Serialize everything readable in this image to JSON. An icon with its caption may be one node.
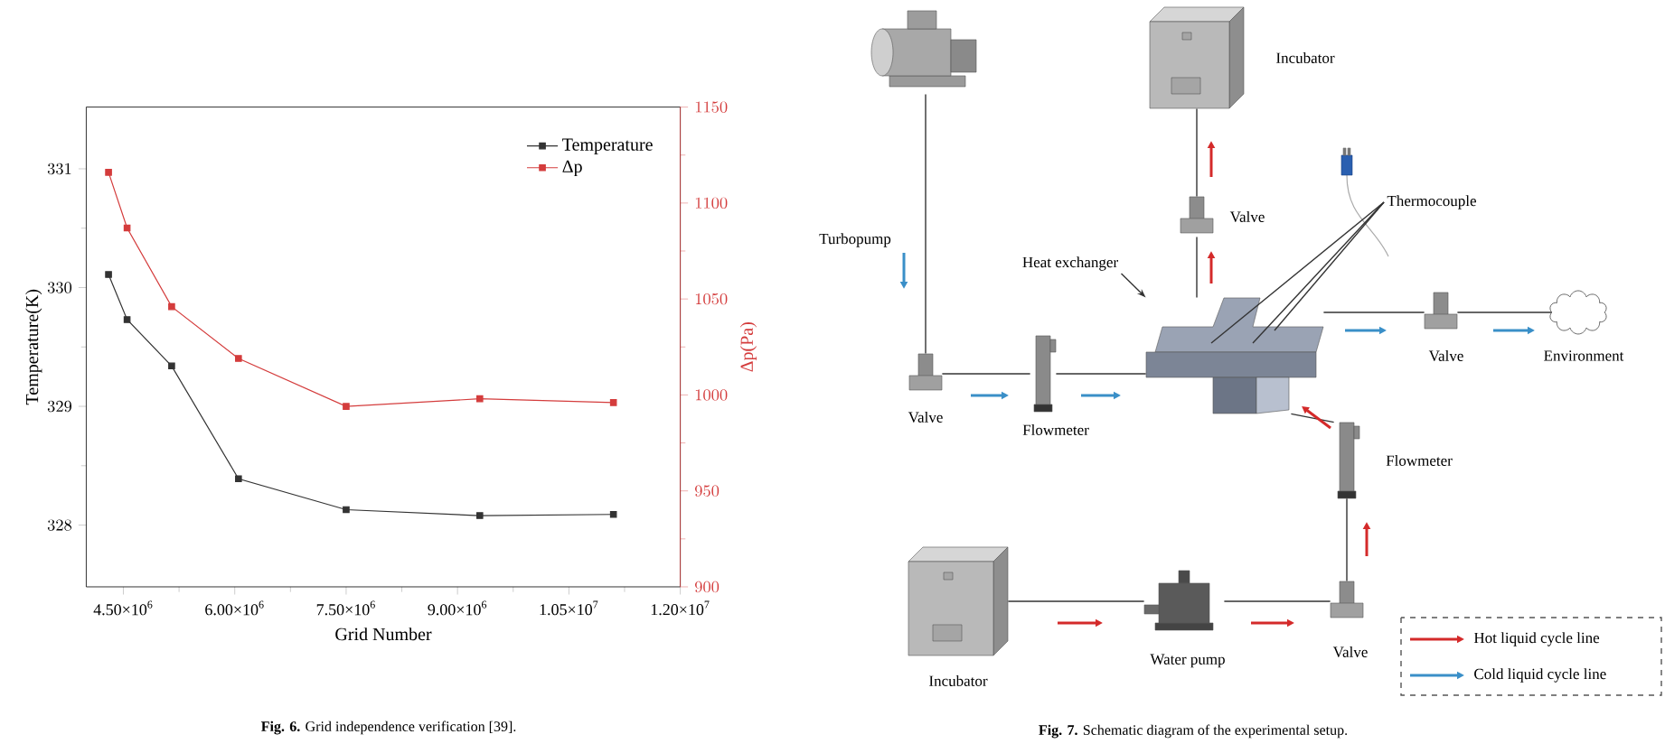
{
  "diagram": {
    "nodes": [
      {
        "text": [
          "Incubator"
        ]
      },
      {
        "text": [
          "Turbopump"
        ]
      },
      {
        "text": [
          "Valve"
        ]
      },
      {
        "text": [
          "Thermocouple"
        ]
      },
      {
        "text": [
          "Heat exchanger"
        ]
      },
      {
        "text": [],
        "shape": "picture"
      },
      {
        "text": [
          "Valve"
        ]
      },
      {
        "text": [
          "Environment"
        ]
      },
      {
        "text": [
          "Valve"
        ]
      },
      {
        "text": [
          "Flowmeter"
        ]
      },
      {
        "text": [
          "Flowmeter"
        ]
      },
      {
        "text": [
          "Incubator"
        ]
      },
      {
        "text": [
          "Water pump"
        ]
      },
      {
        "text": [
          "Valve"
        ]
      }
    ],
    "edges": [
      {
        "from": 1,
        "to": 8,
        "arrow": "none"
      },
      {
        "from": 8,
        "to": 9,
        "arrow": "none"
      },
      {
        "from": 9,
        "to": 5,
        "arrow": "none"
      },
      {
        "from": 5,
        "to": 6,
        "arrow": "none"
      },
      {
        "from": 6,
        "to": 7,
        "arrow": "none"
      },
      {
        "from": 5,
        "to": 2,
        "arrow": "none"
      },
      {
        "from": 2,
        "to": 0,
        "arrow": "none"
      },
      {
        "from": 11,
        "to": 12,
        "arrow": "none"
      },
      {
        "from": 12,
        "to": 13,
        "arrow": "none"
      },
      {
        "from": 13,
        "to": 10,
        "arrow": "none"
      },
      {
        "from": 10,
        "to": 5,
        "arrow": "none"
      },
      {
        "from": 4,
        "to": 5,
        "arrow": "to"
      },
      {
        "from": 3,
        "to": 5,
        "arrow": "none"
      },
      {
        "from": 3,
        "to": 5,
        "arrow": "none"
      },
      {
        "from": 3,
        "to": 5,
        "arrow": "none"
      }
    ],
    "labels": [
      "**Fig. 6.** Grid independence verification [39].",
      "**Fig. 7.** Schematic diagram of the experimental setup."
    ],
    "legend": [
      {
        "text": "Hot liquid cycle line"
      },
      {
        "text": "Cold liquid cycle line"
      }
    ],
    "chart_data": {
      "type": "line",
      "xlabel": "Grid Number",
      "ylabel": "Temperature(K)",
      "y2label": "Δp(Pa)",
      "x": [
        4300000,
        4550000,
        5150000,
        6050000,
        7500000,
        9300000,
        11100000
      ],
      "series": [
        {
          "name": "Temperature",
          "color": "#333333",
          "marker": "square",
          "values": [
            330.11,
            329.73,
            329.34,
            328.39,
            328.13,
            328.08,
            328.09
          ]
        },
        {
          "name": "Δp",
          "color": "#d43c3c",
          "marker": "square",
          "axis": "y2",
          "values": [
            1116,
            1087,
            1046,
            1019,
            994,
            998,
            996
          ]
        }
      ],
      "legend": "top right",
      "xlim": [
        4000000,
        12000000
      ],
      "ylim": [
        327.48,
        331.52
      ],
      "y2lim": [
        900,
        1150
      ],
      "xticks": [
        {
          "value": 4500000,
          "label": "4.50×10$^{6}$"
        },
        {
          "value": 6000000,
          "label": "6.00×10$^{6}$"
        },
        {
          "value": 7500000,
          "label": "7.50×10$^{6}$"
        },
        {
          "value": 9000000,
          "label": "9.00×10$^{6}$"
        },
        {
          "value": 10500000,
          "label": "1.05×10$^{7}$"
        },
        {
          "value": 12000000,
          "label": "1.20×10$^{7}$"
        }
      ],
      "yticks": [
        328,
        329,
        330,
        331
      ],
      "y2ticks": [
        900,
        950,
        1000,
        1050,
        1100,
        1150
      ]
    }
  }
}
